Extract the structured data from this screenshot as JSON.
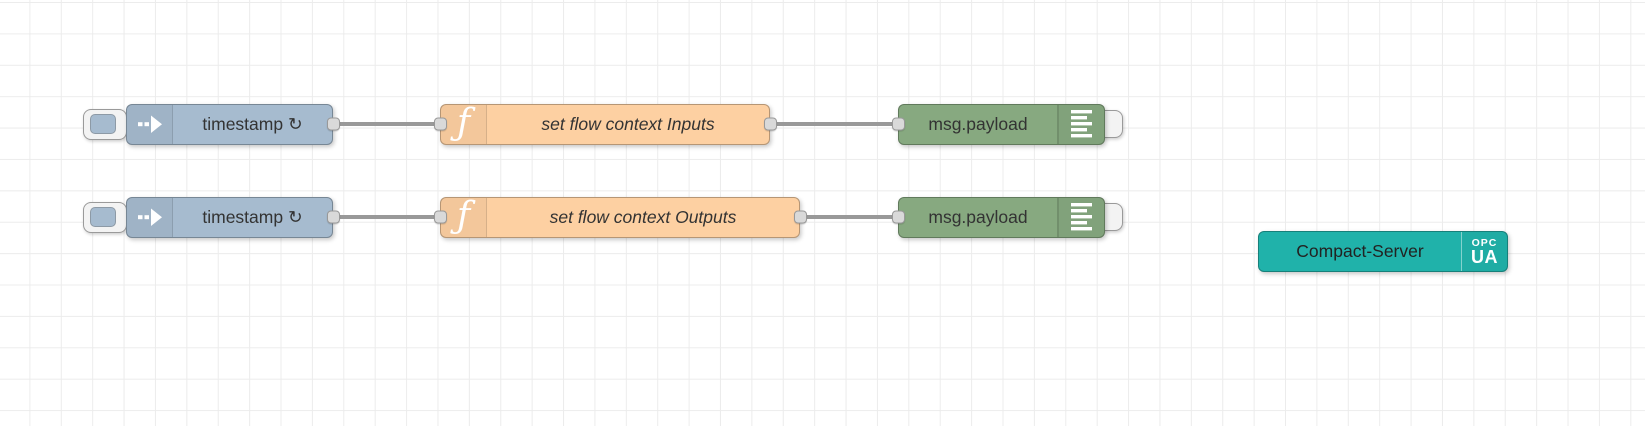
{
  "editor": {
    "name": "flow-editor-canvas",
    "background": "#ffffff",
    "grid_color": "#ececec"
  },
  "palette_colors": {
    "inject": "#a6bbcf",
    "function": "#fdd0a2",
    "debug": "#87a980",
    "opcua_server": "#20b2aa",
    "wire": "#999999",
    "port": "#d9d9d9",
    "label": "#333333"
  },
  "nodes": [
    {
      "id": "inject-1",
      "type": "inject",
      "label": "timestamp ↻",
      "icon": "inject-arrow-icon"
    },
    {
      "id": "function-1",
      "type": "function",
      "label": "set flow context Inputs",
      "icon": "function-f-icon",
      "icon_glyph": "ƒ"
    },
    {
      "id": "debug-1",
      "type": "debug",
      "label": "msg.payload",
      "icon": "debug-lines-icon"
    },
    {
      "id": "inject-2",
      "type": "inject",
      "label": "timestamp ↻",
      "icon": "inject-arrow-icon"
    },
    {
      "id": "function-2",
      "type": "function",
      "label": "set flow context Outputs",
      "icon": "function-f-icon",
      "icon_glyph": "ƒ"
    },
    {
      "id": "debug-2",
      "type": "debug",
      "label": "msg.payload",
      "icon": "debug-lines-icon"
    },
    {
      "id": "server-1",
      "type": "opcua-compact-server",
      "label": "Compact-Server",
      "badge": {
        "top": "OPC",
        "bottom": "UA"
      }
    }
  ],
  "wires": [
    {
      "from": "inject-1",
      "to": "function-1"
    },
    {
      "from": "function-1",
      "to": "debug-1"
    },
    {
      "from": "inject-2",
      "to": "function-2"
    },
    {
      "from": "function-2",
      "to": "debug-2"
    }
  ]
}
